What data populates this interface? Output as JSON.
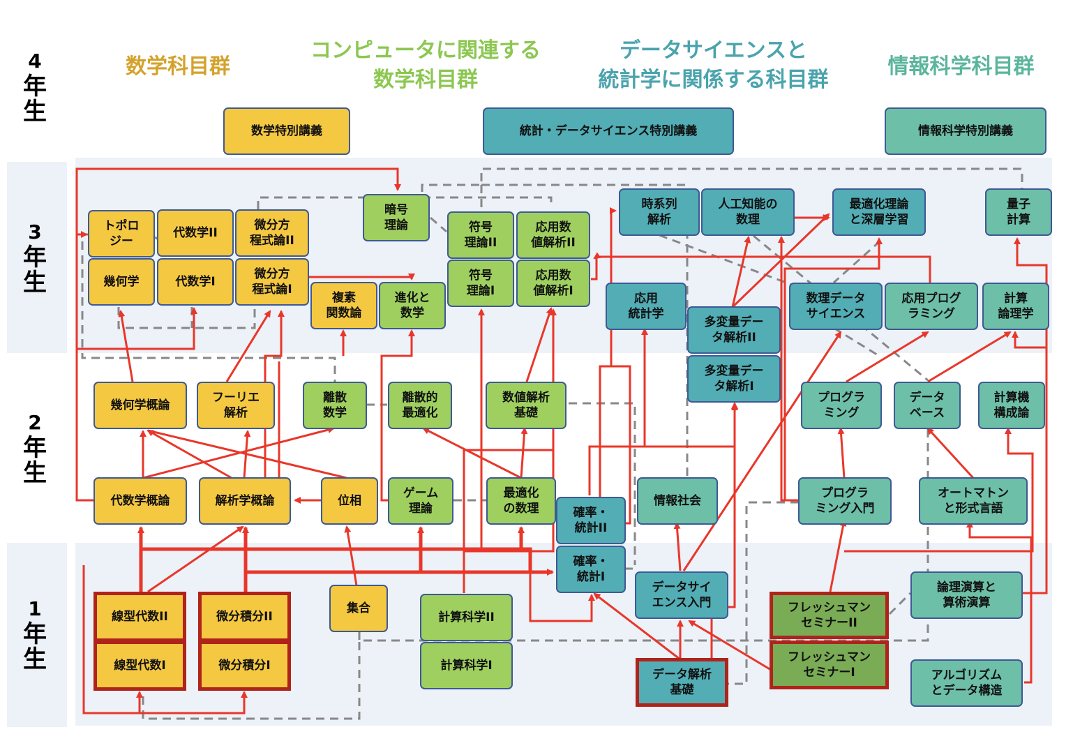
{
  "colors": {
    "math": "#f5c842",
    "computer_math": "#9fd05f",
    "data_science": "#52adb5",
    "info_science": "#6dbfa8",
    "freshman": "#7aab55",
    "required_border": "#b0231b",
    "arrow": "#e8372a",
    "dashed": "#888888",
    "band": "#edf1f8"
  },
  "years": [
    {
      "num": "4",
      "label": "年\n生"
    },
    {
      "num": "3",
      "label": "年\n生"
    },
    {
      "num": "2",
      "label": "年\n生"
    },
    {
      "num": "1",
      "label": "年\n生"
    }
  ],
  "groups": [
    {
      "title": "数学科目群",
      "color": "#d4a22c"
    },
    {
      "title": "コンピュータに関連する\n数学科目群",
      "color": "#8cc751"
    },
    {
      "title": "データサイエンスと\n統計学に関係する科目群",
      "color": "#4aa3ad"
    },
    {
      "title": "情報科学科目群",
      "color": "#5bb59c"
    }
  ],
  "courses": {
    "math_special": "数学特別講義",
    "stat_ds_special": "統計・データサイエンス特別講義",
    "info_special": "情報科学特別講義",
    "topology": "トポロ\nジー",
    "algebra2": "代数学II",
    "diffeq2": "微分方\n程式論II",
    "geometry": "幾何学",
    "algebra1": "代数学I",
    "diffeq1": "微分方\n程式論I",
    "complex": "複素\n関数論",
    "evolution": "進化と\n数学",
    "crypto": "暗号\n理論",
    "coding2": "符号\n理論II",
    "numanal2": "応用数\n値解析II",
    "coding1": "符号\n理論I",
    "numanal1": "応用数\n値解析I",
    "timeseries": "時系列\n解析",
    "ai_math": "人工知能の\n数理",
    "opt_dl": "最適化理論\nと深層学習",
    "quantum": "量子\n計算",
    "applied_stat": "応用\n統計学",
    "multivar2": "多変量デー\nタ解析II",
    "multivar1": "多変量デー\nタ解析I",
    "math_ds": "数理データ\nサイエンス",
    "applied_prog": "応用プログ\nラミング",
    "comp_logic": "計算\n論理学",
    "geom_intro": "幾何学概論",
    "fourier": "フーリエ\n解析",
    "discrete": "離散\n数学",
    "discrete_opt": "離散的\n最適化",
    "num_basic": "数値解析\n基礎",
    "programming": "プログラ\nミング",
    "database": "データ\nベース",
    "comp_arch": "計算機\n構成論",
    "algebra_intro": "代数学概論",
    "analysis_intro": "解析学概論",
    "topology_basic": "位相",
    "game": "ゲーム\n理論",
    "opt_math": "最適化\nの数理",
    "prob2": "確率・\n統計II",
    "info_society": "情報社会",
    "prog_intro": "プログラ\nミング入門",
    "automaton": "オートマトン\nと形式言語",
    "prob1": "確率・\n統計I",
    "ds_intro": "データサイ\nエンス入門",
    "logic_arith": "論理演算と\n算術演算",
    "linalg2": "線型代数II",
    "calc2": "微分積分II",
    "sets": "集合",
    "compsci2": "計算科学II",
    "linalg1": "線型代数I",
    "calc1": "微分積分I",
    "compsci1": "計算科学I",
    "data_basic": "データ解析\n基礎",
    "fresh2": "フレッシュマン\nセミナーII",
    "fresh1": "フレッシュマン\nセミナーI",
    "algo_ds": "アルゴリズム\nとデータ構造"
  }
}
